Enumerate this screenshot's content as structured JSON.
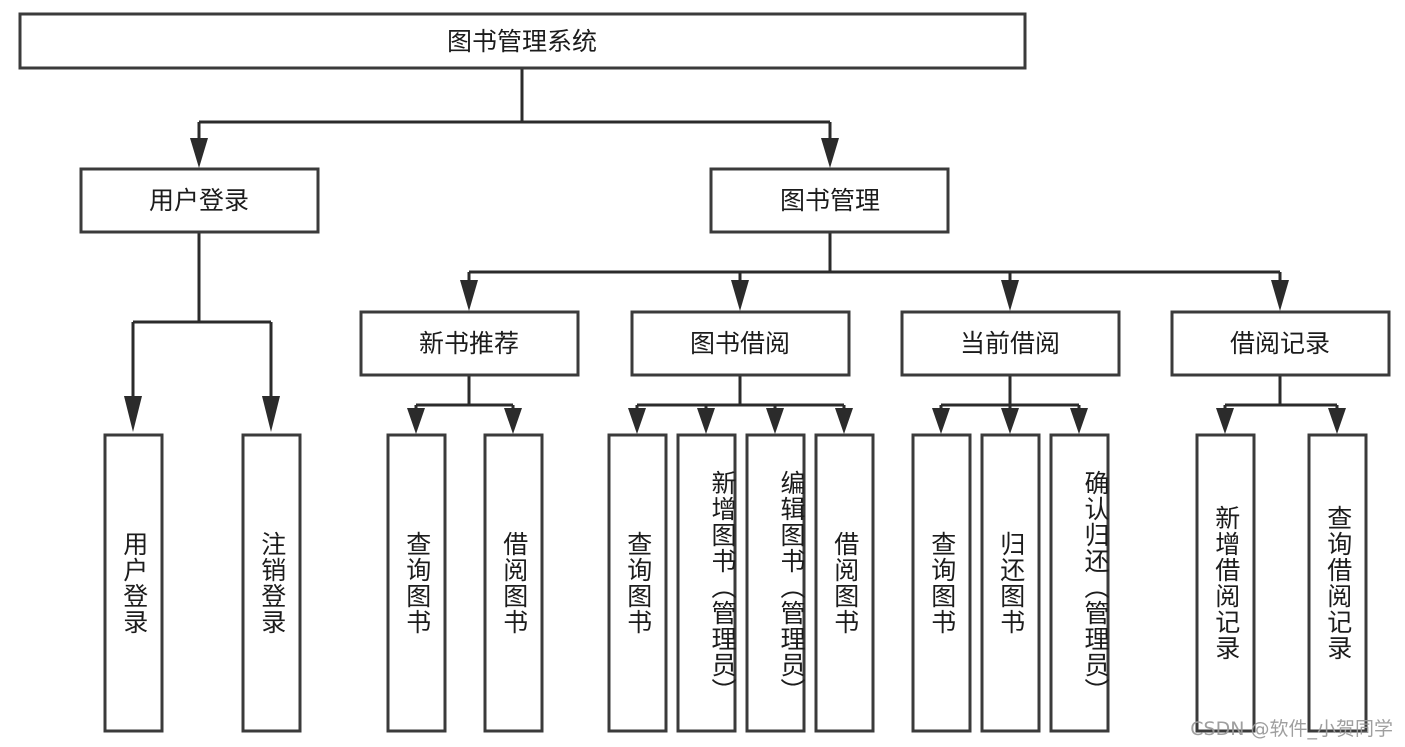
{
  "diagram": {
    "title": "图书管理系统",
    "watermark": "CSDN @软件_小贺同学",
    "line_color": "#2b2b2b",
    "box_fill": "#ffffff",
    "text_color": "#1c1c1c",
    "watermark_color": "#9a9a9a"
  },
  "root": {
    "label": "图书管理系统"
  },
  "level2": [
    {
      "label": "用户登录"
    },
    {
      "label": "图书管理"
    }
  ],
  "level3": [
    {
      "label": "新书推荐"
    },
    {
      "label": "图书借阅"
    },
    {
      "label": "当前借阅"
    },
    {
      "label": "借阅记录"
    }
  ],
  "leaves": {
    "user_login": [
      {
        "label": "用户登录"
      },
      {
        "label": "注销登录"
      }
    ],
    "new_book_recommend": [
      {
        "label": "查询图书"
      },
      {
        "label": "借阅图书"
      }
    ],
    "book_borrow": [
      {
        "label": "查询图书"
      },
      {
        "label": "新增图书（管理员）"
      },
      {
        "label": "编辑图书（管理员）"
      },
      {
        "label": "借阅图书"
      }
    ],
    "current_borrow": [
      {
        "label": "查询图书"
      },
      {
        "label": "归还图书"
      },
      {
        "label": "确认归还（管理员）"
      }
    ],
    "borrow_record": [
      {
        "label": "新增借阅记录"
      },
      {
        "label": "查询借阅记录"
      }
    ]
  }
}
